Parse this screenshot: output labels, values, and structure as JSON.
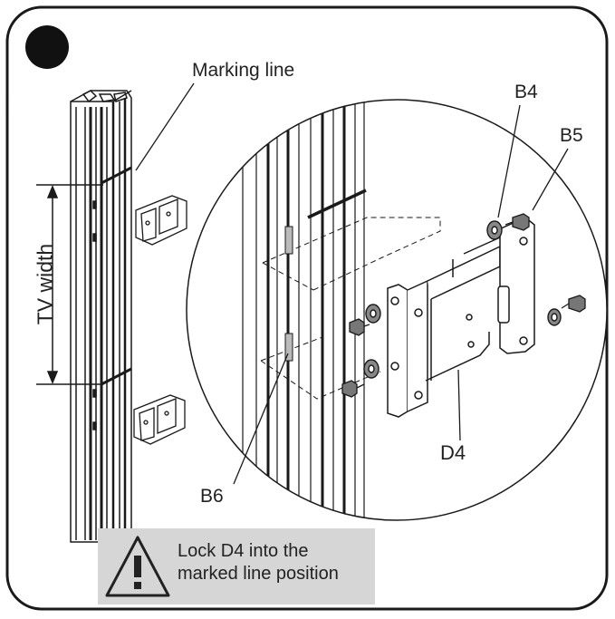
{
  "step": {
    "marker": "filled-circle-step-marker"
  },
  "labels": {
    "marking_line": "Marking line",
    "tv_width": "TV width",
    "b4": "B4",
    "b5": "B5",
    "b6": "B6",
    "d4": "D4"
  },
  "warning": {
    "icon": "warning-triangle-icon",
    "line1": "Lock D4 into the",
    "line2": "marked line position"
  },
  "colors": {
    "line": "#1a1a1a",
    "warning_bg": "#d6d6d6",
    "marker": "#111111"
  }
}
